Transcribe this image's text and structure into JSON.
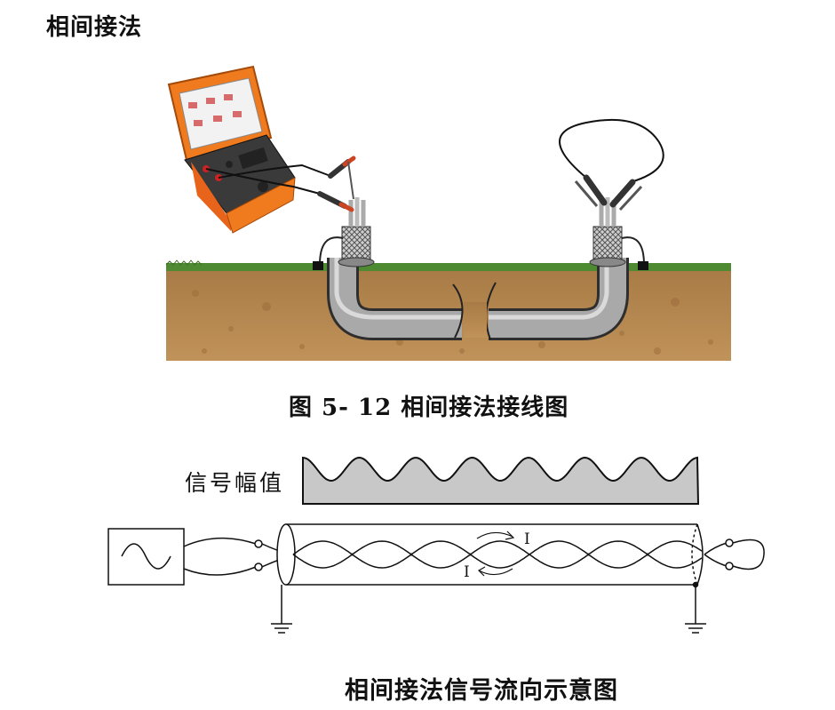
{
  "heading": "相间接法",
  "figure1": {
    "caption": "图 5- 12  相间接法接线图"
  },
  "figure2": {
    "amplitude_label": "信号幅值",
    "current_label_top": "I",
    "current_label_bottom": "I",
    "caption": "相间接法信号流向示意图"
  },
  "colors": {
    "soil": "#b4854e",
    "grass": "#4d8a32",
    "pipe": "#7a7a7a",
    "instrument": "#f07a1e",
    "amplitude_fill": "#c8c8c8"
  },
  "icons": [
    "tester-device-icon",
    "alligator-clip-icon",
    "ground-symbol-icon",
    "sine-source-icon"
  ]
}
